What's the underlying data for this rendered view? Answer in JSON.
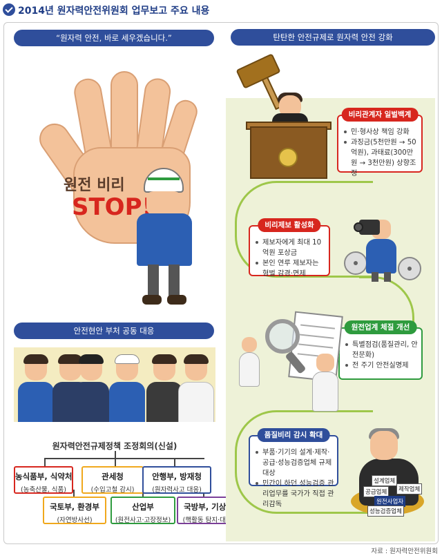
{
  "header": {
    "title": "2014년 원자력안전위원회 업무보고 주요 내용"
  },
  "left": {
    "slogan_pill": "“원자력 안전, 바로 세우겠습니다.”",
    "hand_text_1": "원전 비리",
    "hand_text_2": "STOP!",
    "joint_pill": "안전현안 부처 공동 대응",
    "org": {
      "title": "원자력안전규제정책 조정회의(신설)",
      "boxes": [
        {
          "name": "농식품부, 식약처",
          "sub": "(농축산물, 식품)",
          "color": "#d7261e"
        },
        {
          "name": "관세청",
          "sub": "(수입고철 감시)",
          "color": "#f0a81c"
        },
        {
          "name": "안행부, 방재청",
          "sub": "(원자력사고 대응)",
          "color": "#2f4e9b"
        },
        {
          "name": "국토부, 환경부",
          "sub": "(자연방사선)",
          "color": "#f0a81c"
        },
        {
          "name": "산업부",
          "sub": "(원전사고·고장정보)",
          "color": "#2e9b3e"
        },
        {
          "name": "국방부, 기상청",
          "sub": "(핵활동 탐지·대응)",
          "color": "#7b3f98"
        }
      ]
    }
  },
  "right": {
    "pill": "탄탄한 안전규제로 원자력 안전 강화",
    "cards": [
      {
        "head": "비리관계자 일벌백계",
        "color": "#d7261e",
        "items": [
          "민·형사상 책임 강화",
          "과징금(5천만원 → 50억원), 과태료(300만원 → 3천만원) 상향조정"
        ]
      },
      {
        "head": "비리제보 활성화",
        "color": "#d7261e",
        "items": [
          "제보자에게 최대 10억원 포상금",
          "본인 연루 제보자는 형벌 감경·면제"
        ]
      },
      {
        "head": "원전업계 체질 개선",
        "color": "#2e9b3e",
        "items": [
          "특별점검(품질관리, 안전문화)",
          "전 주기 안전실명제"
        ]
      },
      {
        "head": "품질비리 감시 확대",
        "color": "#2f4e9b",
        "items": [
          "부품·기기의 설계·제작·공급·성능검증업체 규제대상",
          "민간이 하던 성능검증 관리업무를 국가가 직접 관리감독"
        ]
      }
    ],
    "boss_labels": [
      "설계업체",
      "제작업체",
      "공급업체",
      "원전사업자",
      "성능검증업체"
    ]
  },
  "source": "자료 : 원자력안전위원회"
}
